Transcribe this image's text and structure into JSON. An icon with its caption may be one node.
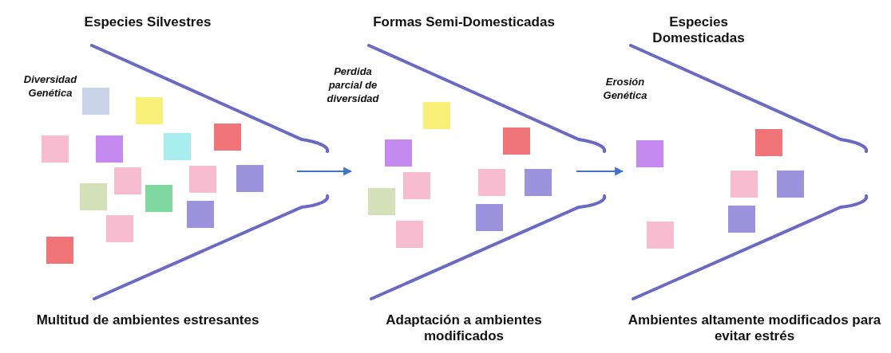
{
  "diagram": {
    "nodes": [
      {
        "text": [
          "Especies Silvestres",
          "Multitud de ambientes estresantes"
        ]
      },
      {
        "text": [
          "Formas Semi-Domesticadas",
          "Adaptación a ambientes modificados"
        ]
      },
      {
        "text": [
          "Especies Domesticadas",
          "Ambientes altamente modificados para evitar estrés"
        ]
      }
    ],
    "edges": [
      {
        "from": 0,
        "to": 1,
        "arrow": "to"
      },
      {
        "from": 1,
        "to": 2,
        "arrow": "to"
      }
    ],
    "labels": [
      "Diversidad Genética",
      "Perdida parcial de diversidad",
      "Erosión Genética"
    ]
  }
}
